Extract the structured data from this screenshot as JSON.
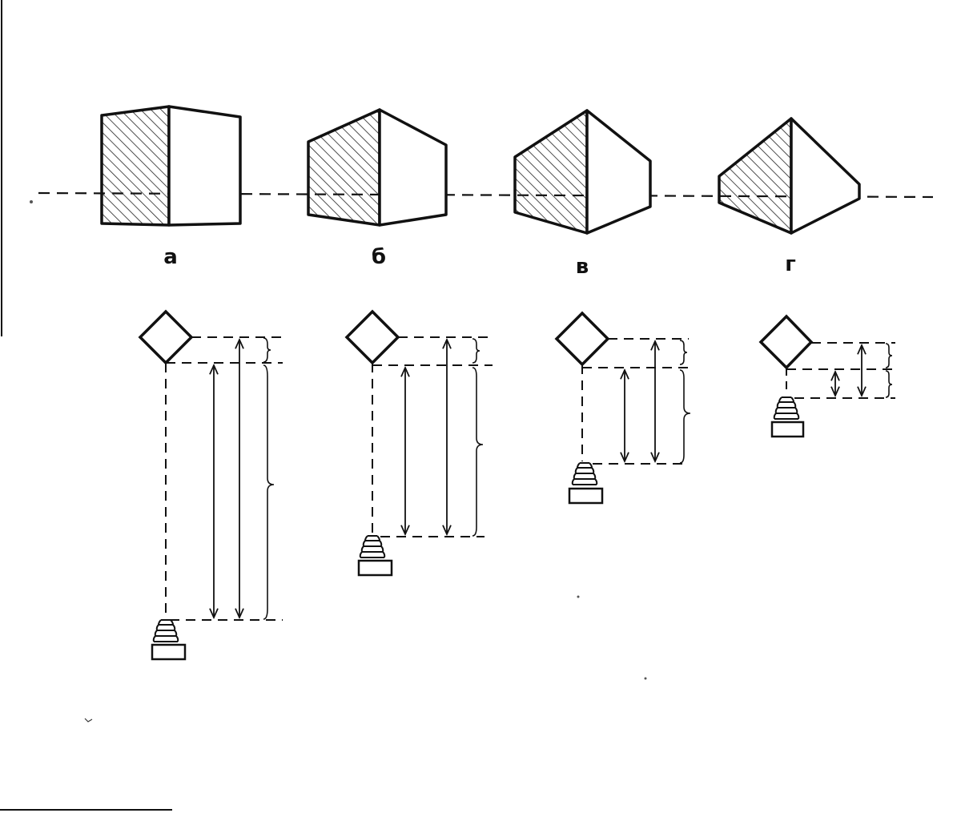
{
  "figure": {
    "ink_color": "#111111",
    "hatch_color": "#222222",
    "background": "#ffffff",
    "labels": [
      "а",
      "б",
      "в",
      "г"
    ]
  }
}
